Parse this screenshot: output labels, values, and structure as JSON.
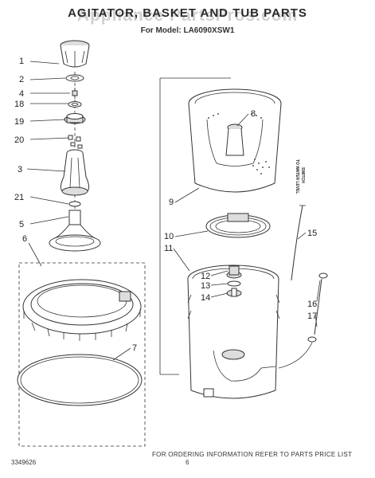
{
  "title": "AGITATOR, BASKET AND TUB PARTS",
  "model": "For Model: LA6090XSW1",
  "watermark": "Appliance PartsPros.com",
  "footer_note": "FOR ORDERING INFORMATION REFER TO PARTS PRICE LIST",
  "doc_number": "3349626",
  "page_number": "6",
  "side_label_line1": "TO WATER LEVEL",
  "side_label_line2": "SWITCH",
  "labels": [
    "1",
    "2",
    "4",
    "18",
    "19",
    "20",
    "3",
    "21",
    "5",
    "6",
    "7",
    "8",
    "9",
    "10",
    "11",
    "12",
    "13",
    "14",
    "15",
    "16",
    "17"
  ]
}
